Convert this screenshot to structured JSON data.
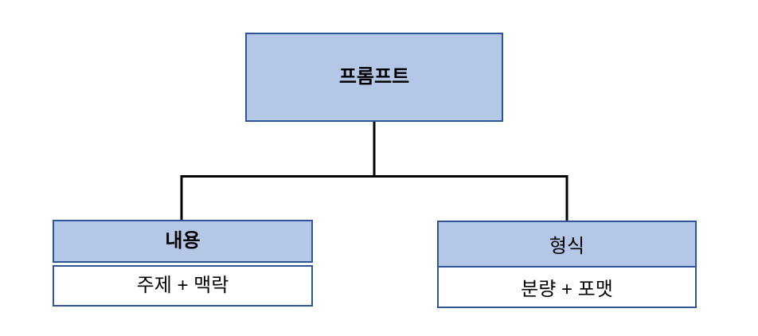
{
  "diagram": {
    "type": "hierarchy-tree",
    "root": {
      "label": "프롬프트"
    },
    "children": [
      {
        "header": "내용",
        "body": "주제 + 맥락"
      },
      {
        "header": "형식",
        "body": "분량 + 포맷"
      }
    ]
  },
  "colors": {
    "box_fill": "#b4c7e7",
    "box_border": "#2e5597",
    "connector": "#000000",
    "background": "#ffffff",
    "text": "#000000"
  }
}
